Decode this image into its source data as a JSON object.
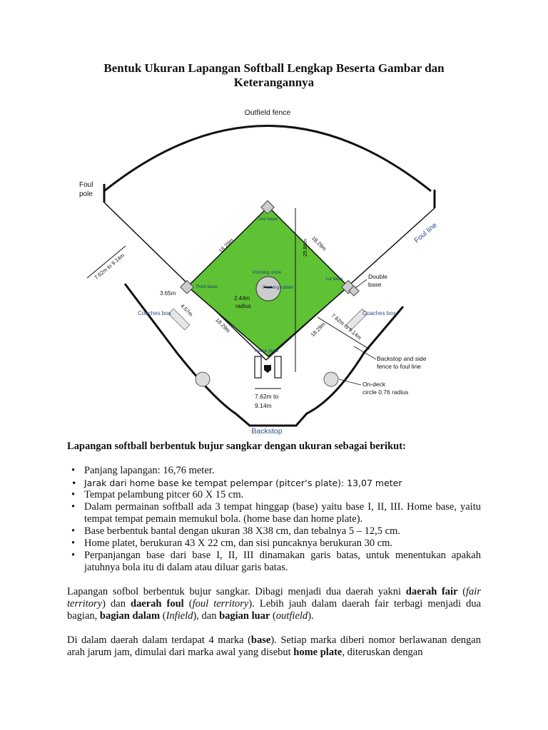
{
  "title": "Bentuk Ukuran Lapangan Softball Lengkap Beserta Gambar dan Keterangannya",
  "diagram": {
    "outfield_fence": "Outfield fence",
    "foul_pole_1": "Foul",
    "foul_pole_2": "pole",
    "foul_line": "Foul line",
    "second_base": "2nd base",
    "first_base": "1st base",
    "third_base": "Third base",
    "home_plate": "Home plate",
    "pitching_circle": "Pitching circle",
    "pitching_rubber": "Pitching rubber",
    "radius_value": "2.44m",
    "radius_label": "radius",
    "base_distance": "18.29m",
    "diagonal": "25.86m",
    "coach_width": "3.65m",
    "coach_length": "4.57m",
    "left_coaches_box": "Coaches box",
    "right_coaches_box": "Coaches box",
    "foul_area_distance": "7.62m to 9.14m",
    "double_base_1": "Double",
    "double_base_2": "base",
    "backstop_note_1": "Backstop and side",
    "backstop_note_2": "fence to foul line",
    "on_deck_1": "On-deck",
    "on_deck_2": "circle 0.76 radius",
    "behind_home_1": "7.62m to",
    "behind_home_2": "9.14m",
    "backstop": "Backstop"
  },
  "intro": "Lapangan softball berbentuk bujur sangkar dengan ukuran sebagai berikut:",
  "list": [
    "Panjang lapangan:  16,76 meter.",
    "Jarak dari home base ke tempat pelempar (pitcer’s plate): 13,07 meter",
    "Tempat pelambung pitcer  60 X 15 cm.",
    "Dalam permainan softball ada 3 tempat hinggap (base) yaitu base I, II, III. Home base, yaitu tempat tempat pemain memukul bola. (home base dan home plate).",
    "Base berbentuk bantal dengan ukuran 38 X38 cm, dan tebalnya 5 – 12,5 cm.",
    "Home platet, berukuran 43 X 22 cm, dan sisi puncaknya berukuran 30 cm.",
    "Perpanjangan base dari base I, II, III dinamakan garis batas, untuk menentukan apakah jatuhnya bola itu di dalam atau diluar garis batas."
  ],
  "para1": {
    "t1": "Lapangan sofbol berbentuk bujur sangkar. Dibagi menjadi dua daerah yakni ",
    "b1": "daerah fair",
    "t2": " (",
    "i1": "fair territory",
    "t3": ") dan ",
    "b2": "daerah foul",
    "t4": " (",
    "i2": "foul territory",
    "t5": "). Lebih jauh dalam daerah fair terbagi menjadi dua bagian, ",
    "b3": "bagian dalam",
    "t6": " (",
    "i3": "Infield",
    "t7": "), dan ",
    "b4": "bagian luar",
    "t8": " (",
    "i4": "outfield",
    "t9": ")."
  },
  "para2": {
    "t1": "Di dalam daerah dalam terdapat 4 marka (",
    "b1": "base",
    "t2": "). Setiap marka diberi nomor berlawanan dengan arah jarum jam, dimulai dari marka awal yang disebut ",
    "b2": "home plate",
    "t3": ", diteruskan dengan"
  },
  "colors": {
    "infield_green": "#5ec234",
    "label_blue": "#2a4f8f",
    "ink": "#111111"
  }
}
